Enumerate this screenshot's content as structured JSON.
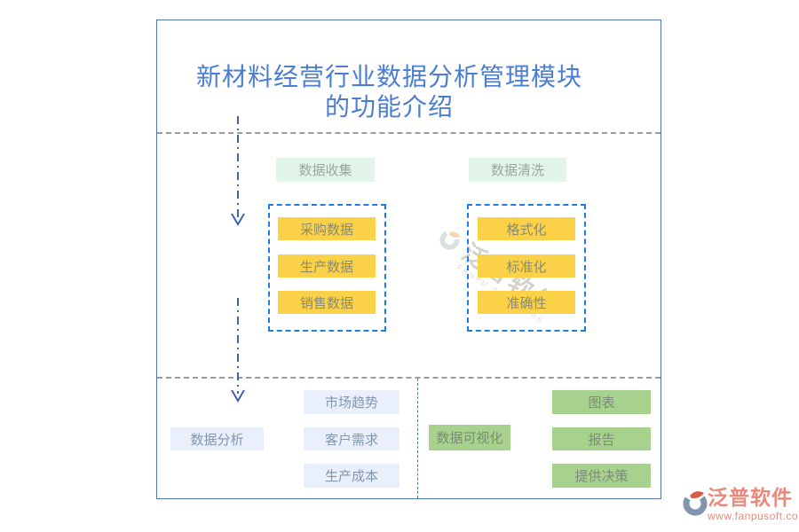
{
  "title": {
    "line1": "新材料经营行业数据分析管理模块",
    "line2": "的功能介绍"
  },
  "flow": {
    "collect": {
      "label": "数据收集",
      "items": [
        "采购数据",
        "生产数据",
        "销售数据"
      ]
    },
    "clean": {
      "label": "数据清洗",
      "items": [
        "格式化",
        "标准化",
        "准确性"
      ]
    },
    "analyze": {
      "label": "数据分析",
      "items": [
        "市场趋势",
        "客户需求",
        "生产成本"
      ]
    },
    "visualize": {
      "label": "数据可视化",
      "items": [
        "图表",
        "报告",
        "提供决策"
      ]
    }
  },
  "watermark": {
    "text": "泛普软件",
    "subtext": "FANPU SOFTWARE"
  },
  "branding": {
    "name": "泛普软件",
    "url": "www.fanpusoft.com"
  },
  "colors": {
    "title_blue": "#4b7ed3",
    "frame_border": "#4f74ba",
    "mint_bg": "#e1f5e9",
    "yellow_bg": "#fbd247",
    "light_blue_bg": "#e9f0fb",
    "green_bg": "#a7d28e",
    "dashed_container_blue": "#1e7ce2",
    "arrow_blue": "#3c64b0",
    "divider_gray": "#9b9b9b",
    "brand_coral": "#e8897c"
  }
}
